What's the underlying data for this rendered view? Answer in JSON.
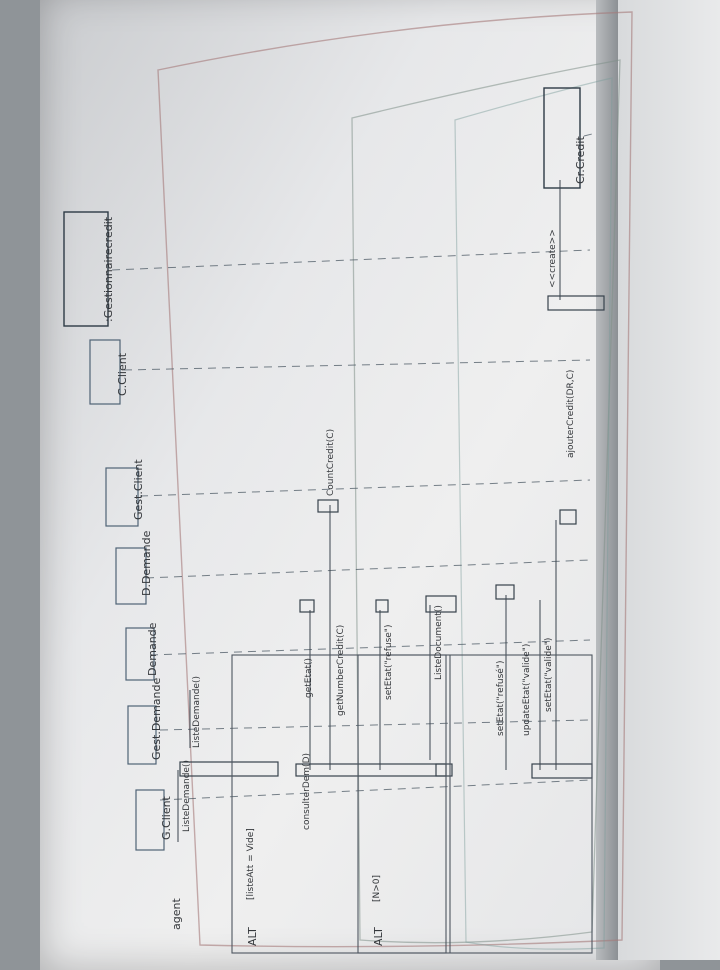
{
  "photo": {
    "subject": "whiteboard sequence diagram",
    "participants": [
      {
        "id": "p-gest-client",
        "label": "G.Client"
      },
      {
        "id": "p-gest-demande",
        "label": "Gest.Demande"
      },
      {
        "id": "p-demande",
        "label": "Demande"
      },
      {
        "id": "p-d-demande",
        "label": "D.Demande"
      },
      {
        "id": "p-gest-client2",
        "label": "Gest.Client"
      },
      {
        "id": "p-c-client",
        "label": "C.Client"
      },
      {
        "id": "p-gestionnaire",
        "label": ":Gestionnairecredit"
      },
      {
        "id": "p-cr-credit",
        "label": "Cr.Credit"
      }
    ],
    "actor": "agent",
    "messages": [
      {
        "id": "m1",
        "label": "ListeDemande()"
      },
      {
        "id": "m2",
        "label": "ListeDemande()"
      },
      {
        "id": "m3",
        "label": "consulterDem(D)"
      },
      {
        "id": "m4",
        "label": "getEtat()"
      },
      {
        "id": "m5",
        "label": "getNumberCredit(C)"
      },
      {
        "id": "m6",
        "label": "CountCredit(C)"
      },
      {
        "id": "m7",
        "label": "setEtat(\"refuse\")"
      },
      {
        "id": "m8",
        "label": "ListeDocument()"
      },
      {
        "id": "m9",
        "label": "setEtat(\"refusé\")"
      },
      {
        "id": "m10",
        "label": "updateEtat(\"valide\")"
      },
      {
        "id": "m11",
        "label": "setEtat(\"valide\")"
      },
      {
        "id": "m12",
        "label": "ajouterCredit(DR,C)"
      },
      {
        "id": "m13",
        "label": "<<create>>"
      }
    ],
    "frames": [
      {
        "id": "alt1",
        "label": "ALT",
        "guard": "[listeAtt = Vide]"
      },
      {
        "id": "alt2",
        "label": "ALT",
        "guard": "[N>0]"
      }
    ]
  }
}
